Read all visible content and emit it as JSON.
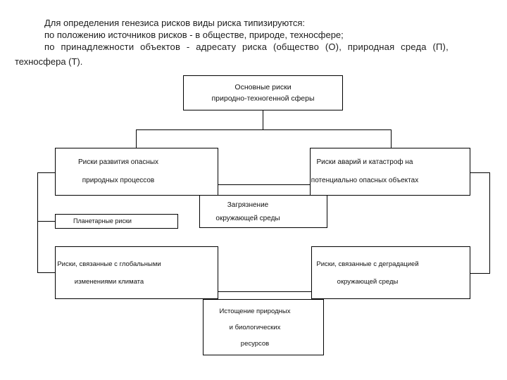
{
  "intro": {
    "line1": "Для определения генезиса рисков виды риска типизируются:",
    "line2": "по положению источников рисков - в обществе, природе, техносфере;",
    "line3": "по  принадлежности  объектов  -  адресату  риска  (общество  (О),  природная  среда  (П),",
    "line4": "техносфера (Т)."
  },
  "diagram": {
    "root": {
      "line1": "Основные риски",
      "line2": "природно-техногенной сферы"
    },
    "natural": {
      "line1": "Риски развития опасных",
      "line2": "природных процессов"
    },
    "accidents": {
      "line1": "Риски аварий и катастроф на",
      "line2": "потенциально опасных объектах"
    },
    "pollution": {
      "line1": "Загрязнение",
      "line2": "окружающей среды"
    },
    "planetary": {
      "line1": "Планетарные риски"
    },
    "climate": {
      "line1": "Риски, связанные с глобальными",
      "line2": "изменениями климата"
    },
    "degradation": {
      "line1": "Риски, связанные с деградацией",
      "line2": "окружающей среды"
    },
    "depletion": {
      "line1": "Истощение природных",
      "line2": "и биологических",
      "line3": "ресурсов"
    }
  },
  "colors": {
    "background": "#ffffff",
    "line": "#000000",
    "text": "#1c1c1c"
  }
}
